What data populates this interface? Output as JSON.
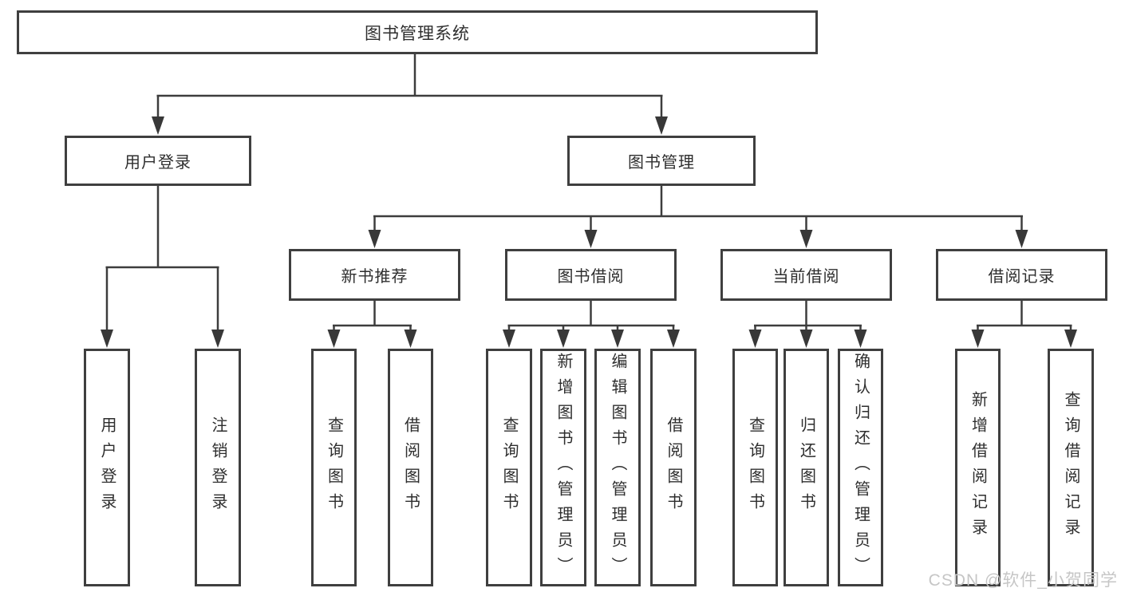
{
  "diagram_type": "hierarchy-tree",
  "watermark": "CSDN @软件_小贺同学",
  "colors": {
    "background": "#ffffff",
    "box_border": "#3f3f3f",
    "connector_line": "#3d3d3d",
    "text": "#2e2e2e",
    "watermark_text": "#c6c6c6"
  },
  "nodes": {
    "root": "图书管理系统",
    "user_login": "用户登录",
    "book_mgmt": "图书管理",
    "ul_login": "用户登录",
    "ul_logout": "注销登录",
    "new_book_rec": "新书推荐",
    "book_borrow": "图书借阅",
    "current_borrow": "当前借阅",
    "borrow_record": "借阅记录",
    "nbr_query": "查询图书",
    "nbr_borrow": "借阅图书",
    "bb_query": "查询图书",
    "bb_add": "新增图书（管理员）",
    "bb_edit": "编辑图书（管理员）",
    "bb_borrow": "借阅图书",
    "cb_query": "查询图书",
    "cb_return": "归还图书",
    "cb_confirm": "确认归还（管理员）",
    "br_add": "新增借阅记录",
    "br_query": "查询借阅记录"
  }
}
